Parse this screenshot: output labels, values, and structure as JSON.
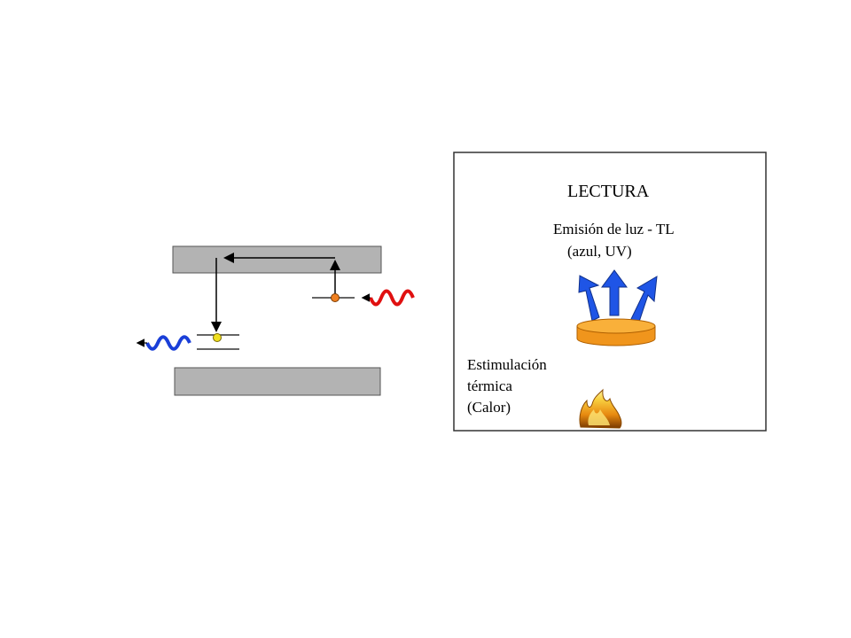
{
  "reading_panel": {
    "title": "LECTURA",
    "emission_line1": "Emisión de luz - TL",
    "emission_line2": "(azul, UV)",
    "stimulation_line1": "Estimulación",
    "stimulation_line2": "térmica",
    "stimulation_line3": "(Calor)"
  },
  "colors": {
    "band_fill": "#b3b3b3",
    "band_stroke": "#555555",
    "incoming_wave": "#e01010",
    "outgoing_wave": "#1a3fd8",
    "electron_trapped": "#f08020",
    "electron_recombined": "#f0e020",
    "light_arrows": "#1f55e6",
    "dosimeter": "#f7a32b",
    "flame": "#e8a020"
  },
  "icons": {
    "incoming": "red-wave-icon",
    "outgoing": "blue-wave-icon",
    "dosimeter": "dosimeter-disc-icon",
    "heat": "flame-icon"
  }
}
